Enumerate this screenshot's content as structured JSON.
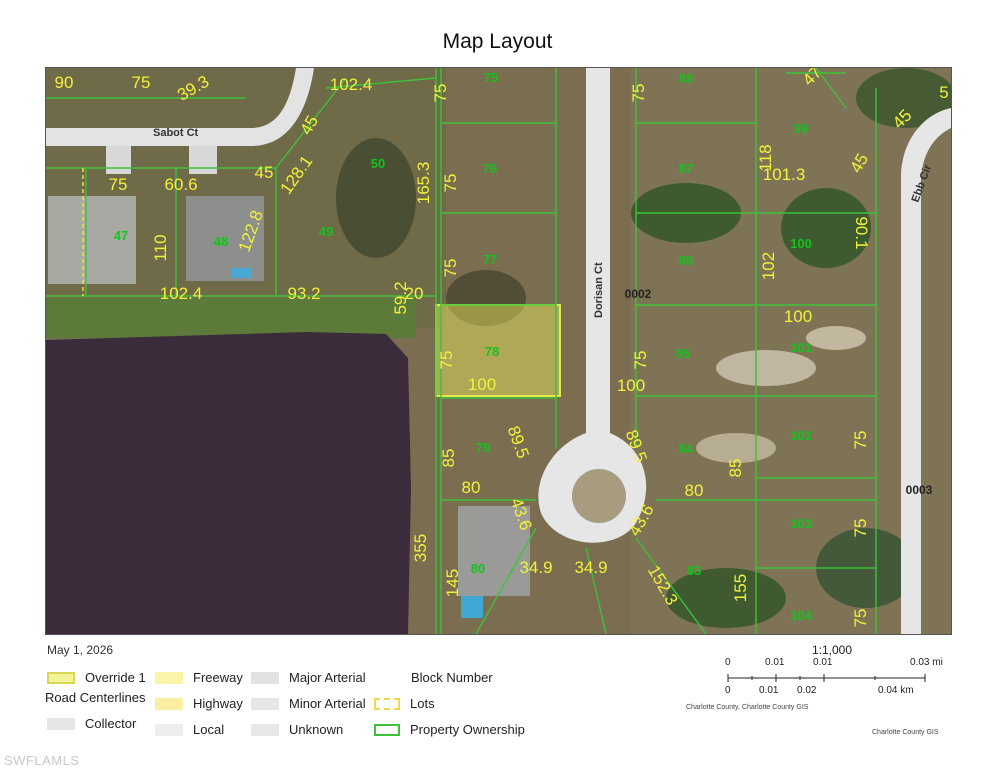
{
  "title": "Map Layout",
  "date": "May 1, 2026",
  "roads": {
    "sabot": "Sabot Ct",
    "dorisan": "Dorisan Ct",
    "ebb": "Ebb Cir"
  },
  "dimension_labels": [
    "90",
    "75",
    "39.3",
    "102.4",
    "45",
    "75",
    "75",
    "75",
    "88",
    "47",
    "5",
    "118",
    "99",
    "45",
    "60.6",
    "45",
    "128.1",
    "50",
    "165.3",
    "75",
    "76",
    "75",
    "87",
    "101.3",
    "45",
    "110",
    "47",
    "122.8",
    "48",
    "49",
    "77",
    "75",
    "86",
    "102",
    "100",
    "90.1",
    "102.4",
    "93.2",
    "59.2",
    "20",
    "0002",
    "100",
    "75",
    "78",
    "75",
    "85",
    "101",
    "100",
    "100",
    "89.5",
    "84",
    "85",
    "102",
    "75",
    "85",
    "79",
    "89.5",
    "80",
    "80",
    "0003",
    "355",
    "43.6",
    "43.6",
    "103",
    "75",
    "145",
    "80",
    "34.9",
    "34.9",
    "152.3",
    "83",
    "155",
    "104",
    "75"
  ],
  "block_numbers": [
    "0002",
    "0003"
  ],
  "legend": {
    "override": "Override 1",
    "road_centerlines": "Road Centerlines",
    "collector": "Collector",
    "freeway": "Freeway",
    "highway": "Highway",
    "local": "Local",
    "major_arterial": "Major Arterial",
    "minor_arterial": "Minor Arterial",
    "unknown": "Unknown",
    "block_number": "Block Number",
    "lots": "Lots",
    "property_ownership": "Property Ownership"
  },
  "scale": {
    "ratio": "1:1,000",
    "mi_ticks": [
      "0",
      "0.01",
      "0.01",
      "0.03 mi"
    ],
    "km_ticks": [
      "0",
      "0.01",
      "0.02",
      "0.04 km"
    ],
    "credit_left": "Charlotte County, Charlotte County GIS",
    "credit_right": "Charlotte County GIS"
  },
  "watermark": "SWFLAMLS",
  "colors": {
    "parcel_line": "#3ec23a",
    "dimension_text": "#f2f23a",
    "lot_number": "#14c21e",
    "highlight": "#f0f060",
    "water": "#3a2b3a",
    "road": "#e8e8e8"
  }
}
